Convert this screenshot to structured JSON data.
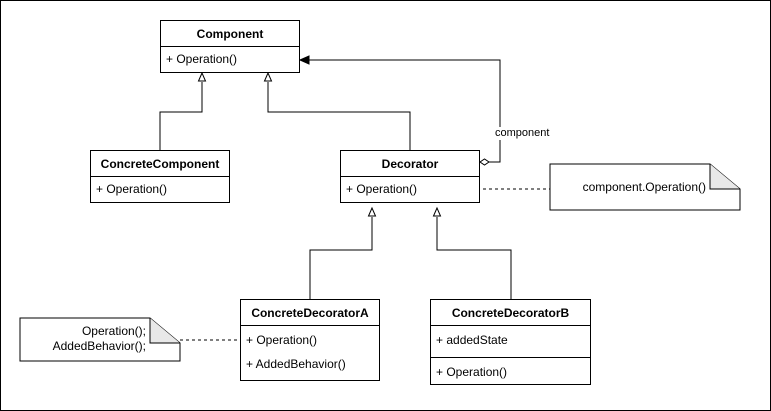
{
  "diagram": {
    "classes": {
      "component": {
        "name": "Component",
        "members": [
          "+ Operation()"
        ]
      },
      "concrete_component": {
        "name": "ConcreteComponent",
        "members": [
          "+ Operation()"
        ]
      },
      "decorator": {
        "name": "Decorator",
        "members": [
          "+ Operation()"
        ]
      },
      "concrete_decorator_a": {
        "name": "ConcreteDecoratorA",
        "members": [
          "+ Operation()",
          "+ AddedBehavior()"
        ]
      },
      "concrete_decorator_b": {
        "name": "ConcreteDecoratorB",
        "attributes": [
          "+ addedState"
        ],
        "members": [
          "+ Operation()"
        ]
      }
    },
    "notes": {
      "decorator_note": {
        "lines": [
          "component.Operation()"
        ]
      },
      "decorator_a_note": {
        "lines": [
          "Operation();",
          "AddedBehavior();"
        ]
      }
    },
    "edges": {
      "aggregation_label": "component"
    }
  }
}
